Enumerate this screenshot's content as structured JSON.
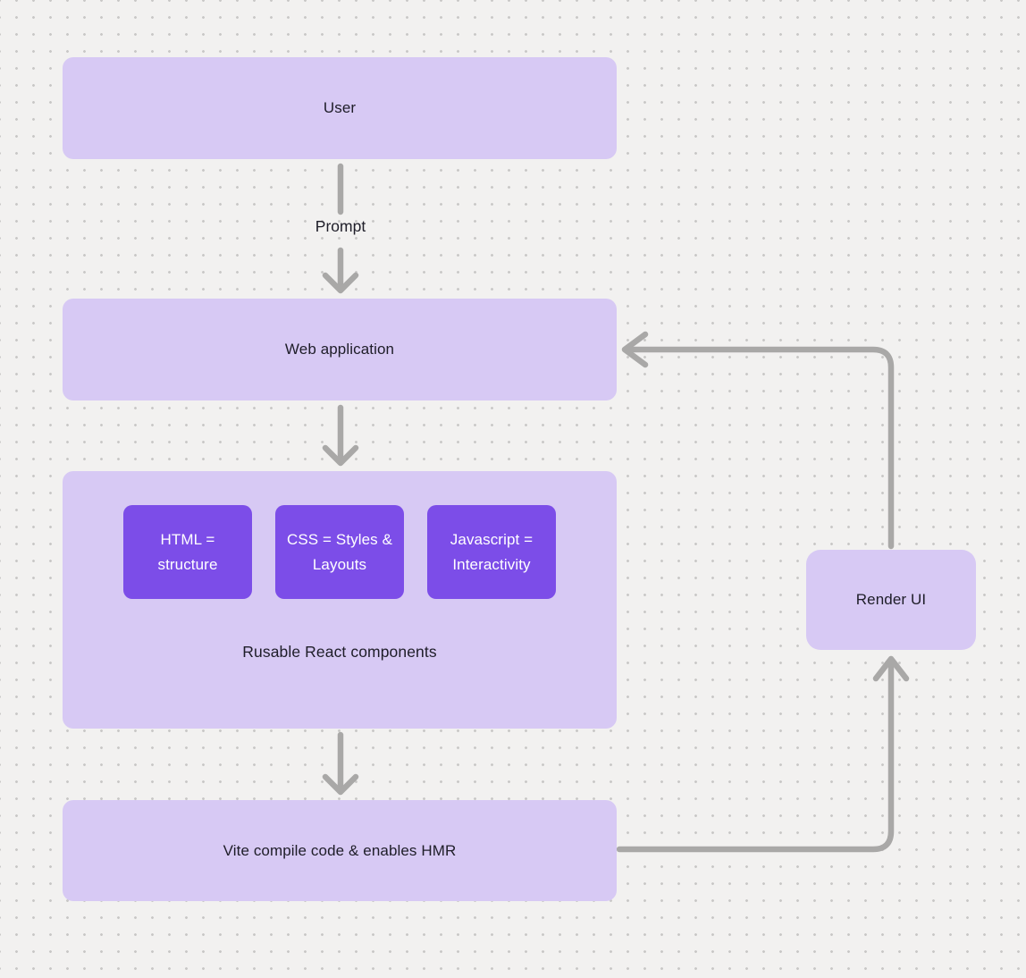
{
  "theme": {
    "background": "#f2f1f0",
    "dot_color": "#c9c8c7",
    "node_fill": "#d7c9f4",
    "chip_fill": "#7c4de8",
    "arrow_color": "#a9a8a7",
    "node_text": "#1e1d28",
    "chip_text": "#ffffff"
  },
  "nodes": {
    "user": {
      "label": "User"
    },
    "web_application": {
      "label": "Web application"
    },
    "components_group": {
      "caption": "Rusable React components",
      "chips": [
        {
          "label": "HTML = structure"
        },
        {
          "label": "CSS = Styles & Layouts"
        },
        {
          "label": "Javascript = Interactivity"
        }
      ]
    },
    "vite": {
      "label": "Vite compile code & enables HMR"
    },
    "render_ui": {
      "label": "Render UI"
    }
  },
  "edges": {
    "user_to_web_application": {
      "label": "Prompt"
    }
  }
}
